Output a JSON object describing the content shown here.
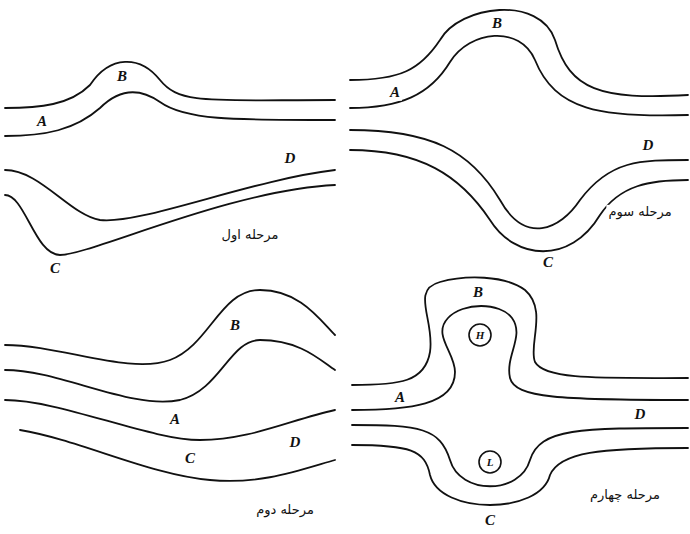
{
  "diagram": {
    "nodes": [
      {
        "text": [
          "H"
        ]
      },
      {
        "text": [
          "L"
        ]
      }
    ],
    "labels": [
      "مرحله اول",
      "A",
      "B",
      "C",
      "D",
      "مرحله سوم",
      "A",
      "B",
      "C",
      "D",
      "مرحله دوم",
      "A",
      "B",
      "C",
      "D",
      "مرحله چهارم",
      "A",
      "B",
      "C",
      "D"
    ]
  }
}
